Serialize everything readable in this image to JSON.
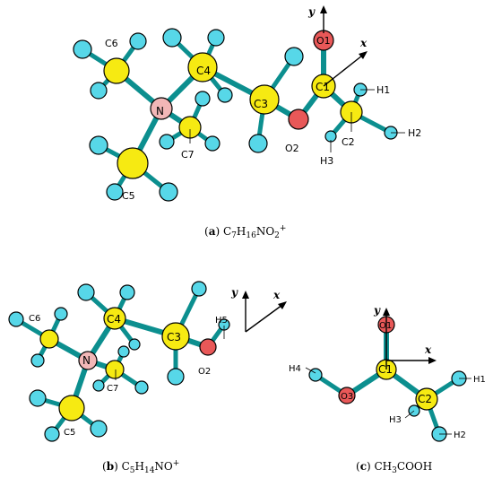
{
  "colors": {
    "carbon": "#f6ea12",
    "hydrogen": "#57d7e8",
    "oxygen": "#e85858",
    "nitrogen": "#f2b7b7",
    "bond": "#0c8f8f"
  },
  "panel_a": {
    "labels": {
      "c6": "C6",
      "c4": "C4",
      "n": "N",
      "c7": "C7",
      "c5": "C5",
      "c3": "C3",
      "c1": "C1",
      "o1": "O1",
      "o2": "O2",
      "h1": "H1",
      "h2": "H2",
      "h3": "H3",
      "c2": "C2",
      "axis_x": "x",
      "axis_y": "y"
    },
    "caption": {
      "tag": "a",
      "parts": [
        "C",
        "7",
        "H",
        "16",
        "NO",
        "2",
        "+"
      ]
    }
  },
  "panel_b": {
    "labels": {
      "c6": "C6",
      "c4": "C4",
      "n": "N",
      "c7": "C7",
      "c5": "C5",
      "c3": "C3",
      "h5": "H5",
      "o2": "O2",
      "axis_x": "x",
      "axis_y": "y"
    },
    "caption": {
      "tag": "b",
      "parts": [
        "C",
        "5",
        "H",
        "14",
        "NO",
        "+"
      ]
    }
  },
  "panel_c": {
    "labels": {
      "o1": "O1",
      "c1": "C1",
      "h4": "H4",
      "o3": "O3",
      "c2": "C2",
      "h1": "H1",
      "h3": "H3",
      "h2": "H2",
      "axis_x": "x",
      "axis_y": "y"
    },
    "caption": {
      "tag": "c",
      "parts": [
        "CH",
        "3",
        "COOH"
      ]
    }
  }
}
